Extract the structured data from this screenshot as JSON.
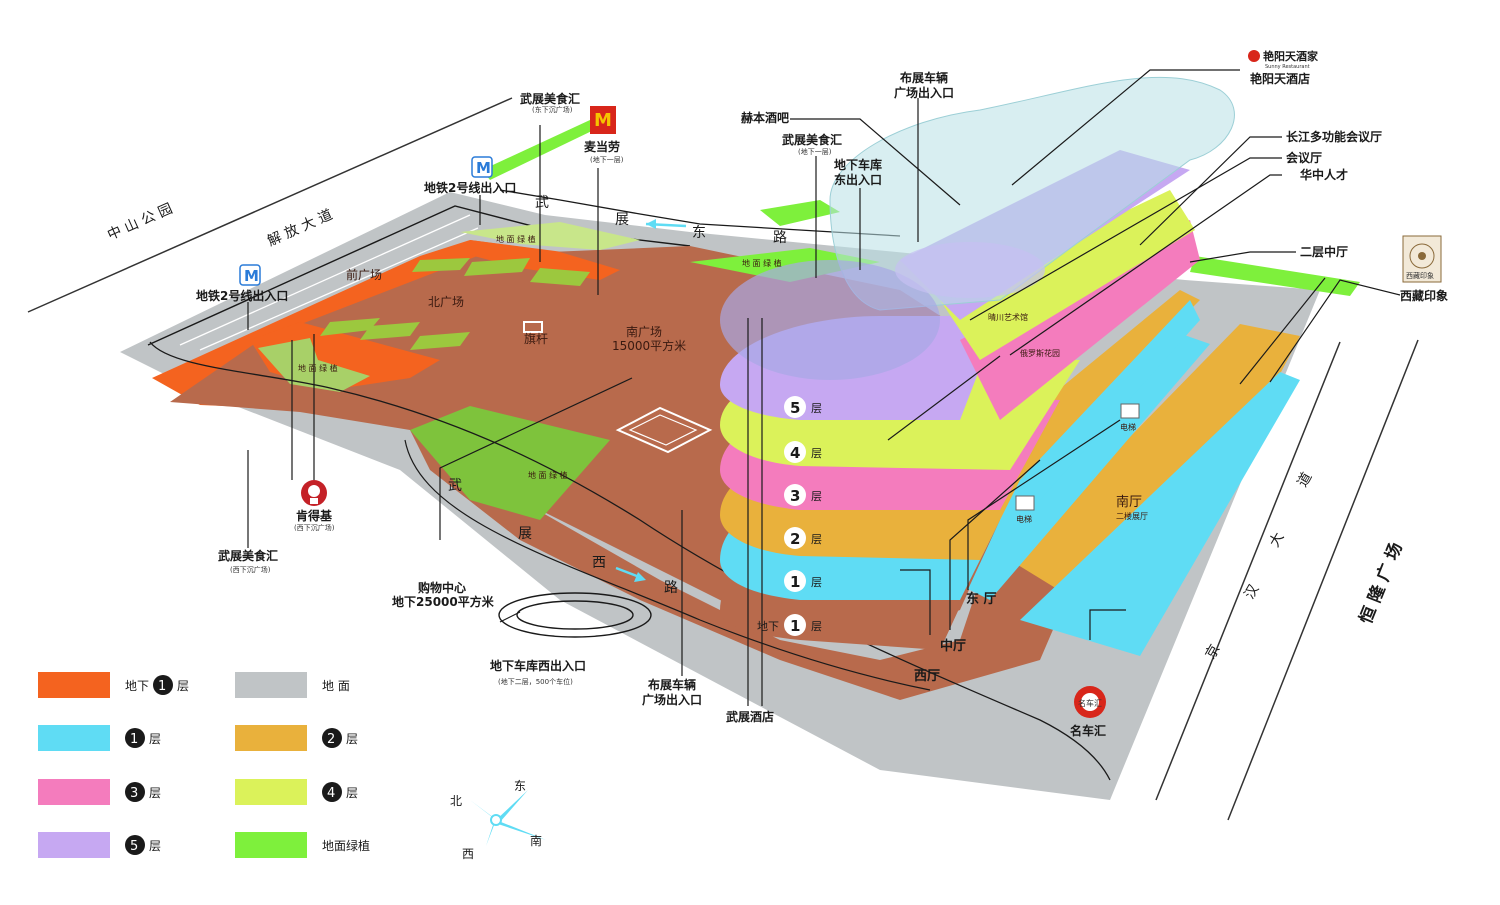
{
  "roads": {
    "zhongshan_park": "中 山 公 园",
    "jiefang_ave": "解 放 大 道",
    "wuzhan_east_1": "武",
    "wuzhan_east_2": "展",
    "wuzhan_east_3": "东",
    "wuzhan_east_4": "路",
    "wuzhan_west_1": "武",
    "wuzhan_west_2": "展",
    "wuzhan_west_3": "西",
    "wuzhan_west_4": "路",
    "jinghan_1": "京",
    "jinghan_2": "汉",
    "jinghan_3": "大",
    "jinghan_4": "道",
    "henglong": "恒 隆 广 场"
  },
  "areas": {
    "front_plaza": "前广场",
    "north_plaza": "北广场",
    "flagpole": "旗杆",
    "south_plaza": "南广场",
    "south_plaza_area": "15000平方米",
    "green_1": "地 面 绿 植",
    "green_2": "地 面 绿 植",
    "green_3": "地 面 绿 植",
    "green_4": "地 面 绿 植",
    "qingchuan_art": "晴川艺术馆",
    "russian_garden": "俄罗斯花园",
    "elevator_1": "电梯",
    "elevator_2": "电梯",
    "south_hall": "南厅",
    "south_hall_sub": "二楼展厅",
    "east_hall": "东 厅",
    "middle_hall": "中厅",
    "west_hall": "西厅"
  },
  "floors": {
    "f5": "5",
    "f5_unit": "层",
    "f4": "4",
    "f4_unit": "层",
    "f3": "3",
    "f3_unit": "层",
    "f2": "2",
    "f2_unit": "层",
    "f1": "1",
    "f1_unit": "层",
    "b1_prefix": "地下",
    "b1": "1",
    "b1_unit": "层"
  },
  "callouts": {
    "food_court_east": "武展美食汇",
    "food_court_east_sub": "(东下沉广场)",
    "mcdonalds": "麦当劳",
    "mcdonalds_sub": "(地下一层)",
    "metro_in": "地铁2号线出入口",
    "metro_out": "地铁2号线出入口",
    "food_court_b1": "武展美食汇",
    "food_court_b1_sub": "(地下一层)",
    "garage_east_1": "地下车库",
    "garage_east_2": "东出入口",
    "hebben_bar": "赫本酒吧",
    "parking_exit_top_1": "布展车辆",
    "parking_exit_top_2": "广场出入口",
    "yanyangtian": "艳阳天酒店",
    "yanyangtian_logo": "艳阳天酒家",
    "yanyangtian_logo_en": "Sunny Restaurant",
    "yangtze_hall": "长江多功能会议厅",
    "meeting_hall": "会议厅",
    "huazhong": "华中人才",
    "second_mid_hall": "二层中厅",
    "tibet": "西藏印象",
    "tibet_logo": "西藏印象",
    "kfc": "肯得基",
    "kfc_sub": "(西下沉广场)",
    "food_court_west": "武展美食汇",
    "food_court_west_sub": "(西下沉广场)",
    "mall_1": "购物中心",
    "mall_2": "地下25000平方米",
    "garage_west": "地下车库西出入口",
    "garage_west_sub": "(地下二层，500个车位)",
    "parking_exit_bottom_1": "布展车辆",
    "parking_exit_bottom_2": "广场出入口",
    "wuzhan_hotel": "武展酒店",
    "mingchehui": "名车汇",
    "mingchehui_logo": "名车汇"
  },
  "legend": [
    {
      "color": "#f4631f",
      "prefix": "地下",
      "num": "1",
      "unit": "层"
    },
    {
      "color": "#c0c4c6",
      "prefix": "",
      "num": "",
      "unit": "地 面"
    },
    {
      "color": "#5fdcf4",
      "prefix": "",
      "num": "1",
      "unit": "层"
    },
    {
      "color": "#e9b13c",
      "prefix": "",
      "num": "2",
      "unit": "层"
    },
    {
      "color": "#f47cbd",
      "prefix": "",
      "num": "3",
      "unit": "层"
    },
    {
      "color": "#dbf25a",
      "prefix": "",
      "num": "4",
      "unit": "层"
    },
    {
      "color": "#c6a8f2",
      "prefix": "",
      "num": "5",
      "unit": "层"
    },
    {
      "color": "#7ef03c",
      "prefix": "",
      "num": "",
      "unit": "地面绿植"
    }
  ],
  "compass": {
    "east": "东",
    "north": "北",
    "west": "西",
    "south": "南"
  },
  "colors": {
    "ground": "#c0c4c6",
    "b1": "#f4631f",
    "plaza": "#b86a4c",
    "green": "#7ec33c",
    "bright_green": "#7ef03c",
    "f1": "#5fdcf4",
    "f2": "#e9b13c",
    "f3": "#f47cbd",
    "f4": "#dbf25a",
    "f5": "#c6a8f2",
    "glass": "#b8e0e6"
  }
}
